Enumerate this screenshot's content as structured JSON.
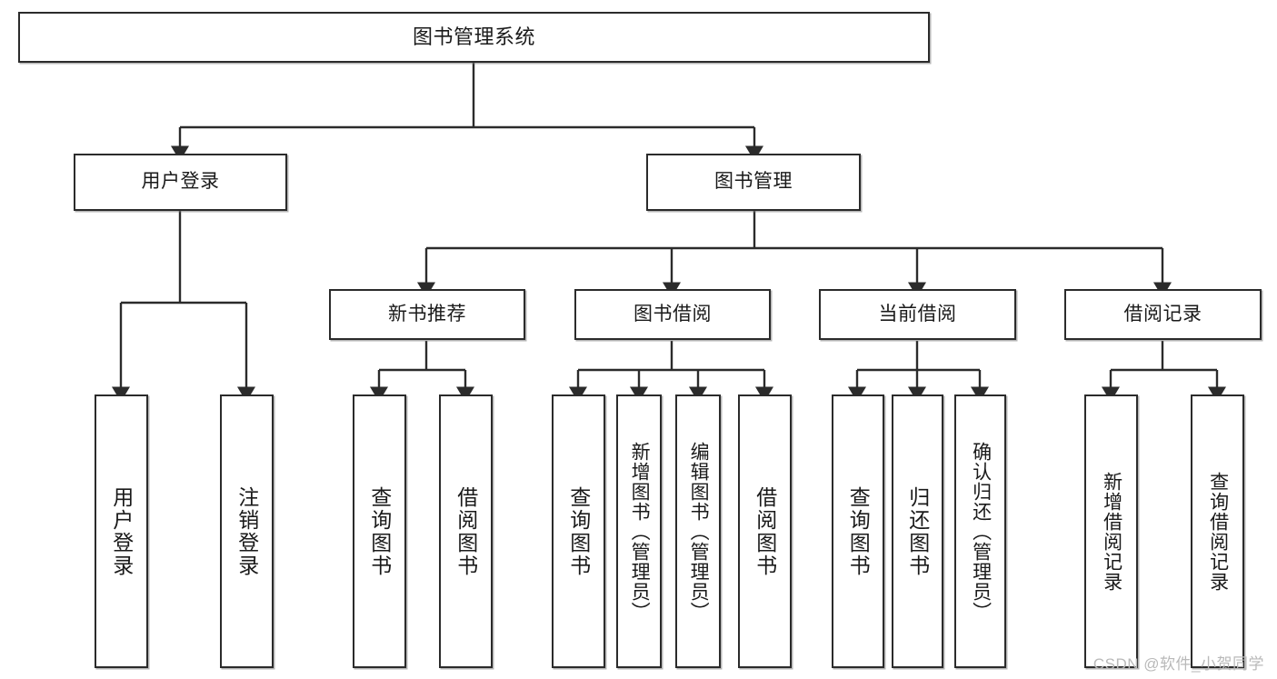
{
  "diagram": {
    "title": "图书管理系统",
    "type": "hierarchy-tree",
    "watermark": "CSDN @软件_小贺同学",
    "colors": {
      "box_border": "#2b2b2b",
      "box_fill": "#ffffff",
      "connector": "#2b2b2b",
      "watermark": "#b9b9b9"
    }
  },
  "nodes": {
    "root": {
      "label": "图书管理系统"
    },
    "level2": [
      {
        "label": "用户登录"
      },
      {
        "label": "图书管理"
      }
    ],
    "level3": [
      {
        "label": "新书推荐"
      },
      {
        "label": "图书借阅"
      },
      {
        "label": "当前借阅"
      },
      {
        "label": "借阅记录"
      }
    ],
    "leaves": {
      "user_login": [
        {
          "label": "用户登录"
        },
        {
          "label": "注销登录"
        }
      ],
      "new_book_recommend": [
        {
          "label": "查询图书"
        },
        {
          "label": "借阅图书"
        }
      ],
      "book_borrow": [
        {
          "label": "查询图书"
        },
        {
          "label": "新增图书（管理员）"
        },
        {
          "label": "编辑图书（管理员）"
        },
        {
          "label": "借阅图书"
        }
      ],
      "current_borrow": [
        {
          "label": "查询图书"
        },
        {
          "label": "归还图书"
        },
        {
          "label": "确认归还（管理员）"
        }
      ],
      "borrow_record": [
        {
          "label": "新增借阅记录"
        },
        {
          "label": "查询借阅记录"
        }
      ]
    }
  }
}
